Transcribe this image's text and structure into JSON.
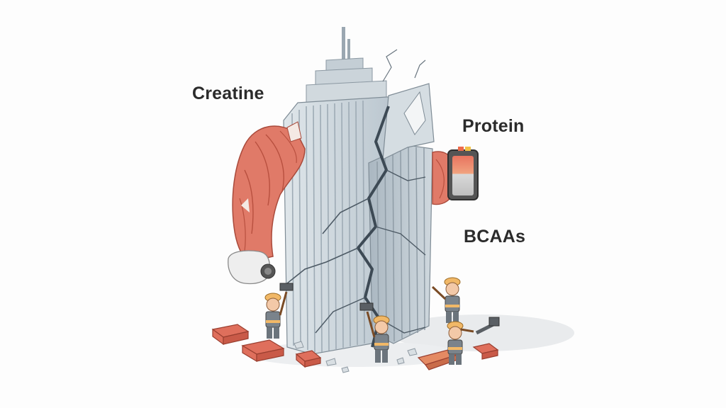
{
  "labels": {
    "creatine": "Creatine",
    "protein": "Protein",
    "bcaas": "BCAAs"
  },
  "colors": {
    "background": "#fdfdfd",
    "building": "#c9d3da",
    "building_shadow": "#9fadb8",
    "muscle": "#e07a68",
    "muscle_dark": "#b8503f",
    "brick": "#df6f5c",
    "worker_helmet": "#f1b867",
    "label_text": "#2b2b2b"
  },
  "icons": [
    "muscle-arm-icon",
    "battery-icon",
    "hammer-icon",
    "brick-icon",
    "worker-icon"
  ]
}
